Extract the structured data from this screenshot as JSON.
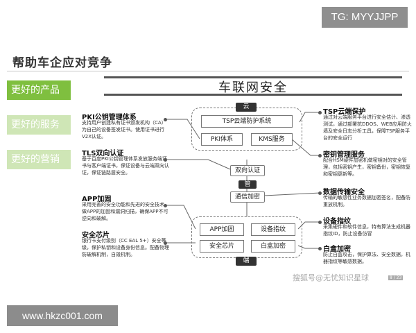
{
  "watermarks": {
    "top": "TG: MYYJJPP",
    "bottom": "www.hkzc001.com"
  },
  "header": {
    "title": "帮助车企应对竞争"
  },
  "tabs": [
    {
      "label": "更好的产品",
      "active": true
    },
    {
      "label": "更好的服务",
      "active": false
    },
    {
      "label": "更好的营销",
      "active": false
    }
  ],
  "diagram": {
    "title": "车联网安全",
    "tiers": {
      "cloud": "云",
      "pipe": "管",
      "end": "端"
    },
    "cloud_nodes": {
      "tsp": "TSP云端防护系统",
      "pki": "PKI体系",
      "kms": "KMS服务"
    },
    "pipe_nodes": {
      "tls": "双向认证",
      "comm": "通信加密"
    },
    "end_nodes": {
      "app": "APP加固",
      "fingerprint": "设备指纹",
      "chip": "安全芯片",
      "whitebox": "白盒加密"
    }
  },
  "left_notes": [
    {
      "heading": "PKI公钥管理体系",
      "text": "支持用户创建私有证书颁发机构（CA）为自己的设备签发证书。使用证书进行V2X认证。"
    },
    {
      "heading": "TLS双向认证",
      "text": "基于百度PKI公钥管理体系发放服务端证书与客户端证书，保证设备与云端双向认证，保证链路层安全。"
    },
    {
      "heading": "APP加固",
      "text": "采用完善的安全功能和先进的安全技术，做APP的加固和漏洞扫描，确保APP不可逆向和破解。"
    },
    {
      "heading": "安全芯片",
      "text": "银行卡支付级别（CC EAL 5+）安全等级，保护私钥和设备身份信息。配备物理防破解机制，自毁机制。"
    }
  ],
  "right_notes": [
    {
      "heading": "TSP云端保护",
      "text": "通过对云端服务平台进行安全估计、渗透测试，通过部署抗DDOS、WEB应用防火墙及安全日志分析工具，保障TSP服务平台的安全运行"
    },
    {
      "heading": "密钥管理服务",
      "text": "配合HSM硬件加密机做密钥对的安全管理，包括密钥产生，密钥备份，密钥恢复和密钥更新等。"
    },
    {
      "heading": "数据传输安全",
      "text": "传输的敏感性业务数据加密签名，配备防重放机制。"
    },
    {
      "heading": "设备指纹",
      "text": "采集硬件和软件信息，特有算法生成机器指纹ID，防止设备仿冒"
    },
    {
      "heading": "白盒加密",
      "text": "防止白盒攻击，保护算法、安全数据，机器指纹等敏感数据。"
    }
  ],
  "footer": {
    "credit": "搜狐号@无忧知识星球",
    "page": "8 / 23"
  }
}
